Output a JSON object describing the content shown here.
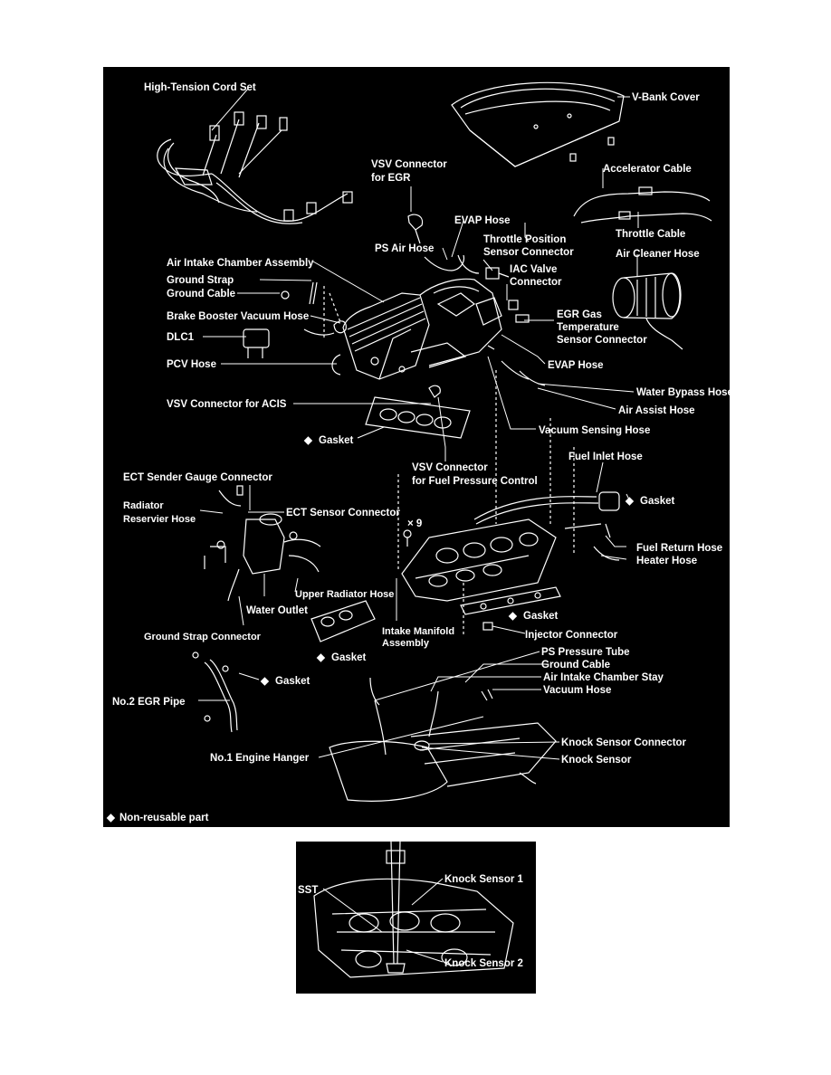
{
  "colors": {
    "panel_bg": "#000000",
    "line": "#ffffff",
    "page_bg": "#ffffff"
  },
  "labels": {
    "high_tension_cord_set": "High-Tension Cord Set",
    "v_bank_cover": "V-Bank Cover",
    "vsv_connector_for_egr_1": "VSV Connector",
    "vsv_connector_for_egr_2": "for EGR",
    "accelerator_cable": "Accelerator Cable",
    "evap_hose_top": "EVAP Hose",
    "throttle_position_1": "Throttle Position",
    "throttle_position_2": "Sensor Connector",
    "throttle_cable": "Throttle Cable",
    "ps_air_hose": "PS Air Hose",
    "air_cleaner_hose": "Air Cleaner Hose",
    "air_intake_chamber_assembly": "Air Intake Chamber Assembly",
    "iac_valve_1": "IAC Valve",
    "iac_valve_2": "Connector",
    "ground_strap": "Ground Strap",
    "ground_cable": "Ground Cable",
    "brake_booster_vacuum_hose": "Brake Booster Vacuum Hose",
    "egr_gas_1": "EGR Gas",
    "egr_gas_2": "Temperature",
    "egr_gas_3": "Sensor Connector",
    "dlc1": "DLC1",
    "pcv_hose": "PCV Hose",
    "evap_hose_right": "EVAP Hose",
    "water_bypass_hose": "Water Bypass Hose",
    "vsv_connector_for_acis": "VSV Connector for ACIS",
    "air_assist_hose": "Air Assist Hose",
    "gasket_upper": "Gasket",
    "vacuum_sensing_hose": "Vacuum Sensing Hose",
    "vsv_fuel_pressure_1": "VSV Connector",
    "vsv_fuel_pressure_2": "for Fuel Pressure Control",
    "fuel_inlet_hose": "Fuel Inlet Hose",
    "ect_sender_gauge_connector": "ECT Sender Gauge Connector",
    "gasket_fuel": "Gasket",
    "radiator_reservier_1": "Radiator",
    "radiator_reservier_2": "Reservier Hose",
    "ect_sensor_connector": "ECT Sensor Connector",
    "bolt_count": "× 9",
    "fuel_return_hose": "Fuel Return Hose",
    "heater_hose": "Heater Hose",
    "upper_radiator_hose": "Upper Radiator Hose",
    "water_outlet": "Water Outlet",
    "gasket_manifold_right": "Gasket",
    "intake_manifold_1": "Intake Manifold",
    "intake_manifold_2": "Assembly",
    "ground_strap_connector": "Ground Strap Connector",
    "injector_connector": "Injector Connector",
    "gasket_manifold_left": "Gasket",
    "ps_pressure_tube": "PS Pressure Tube",
    "ground_cable_lower": "Ground Cable",
    "gasket_egr": "Gasket",
    "air_intake_chamber_stay": "Air Intake Chamber Stay",
    "no2_egr_pipe": "No.2 EGR Pipe",
    "vacuum_hose": "Vacuum Hose",
    "knock_sensor_connector": "Knock Sensor Connector",
    "no1_engine_hanger": "No.1 Engine Hanger",
    "knock_sensor": "Knock Sensor",
    "legend": "Non-reusable part"
  },
  "inset_labels": {
    "sst": "SST",
    "knock_sensor_1": "Knock Sensor 1",
    "knock_sensor_2": "Knock Sensor 2"
  },
  "symbols": {
    "diamond": "◆"
  }
}
